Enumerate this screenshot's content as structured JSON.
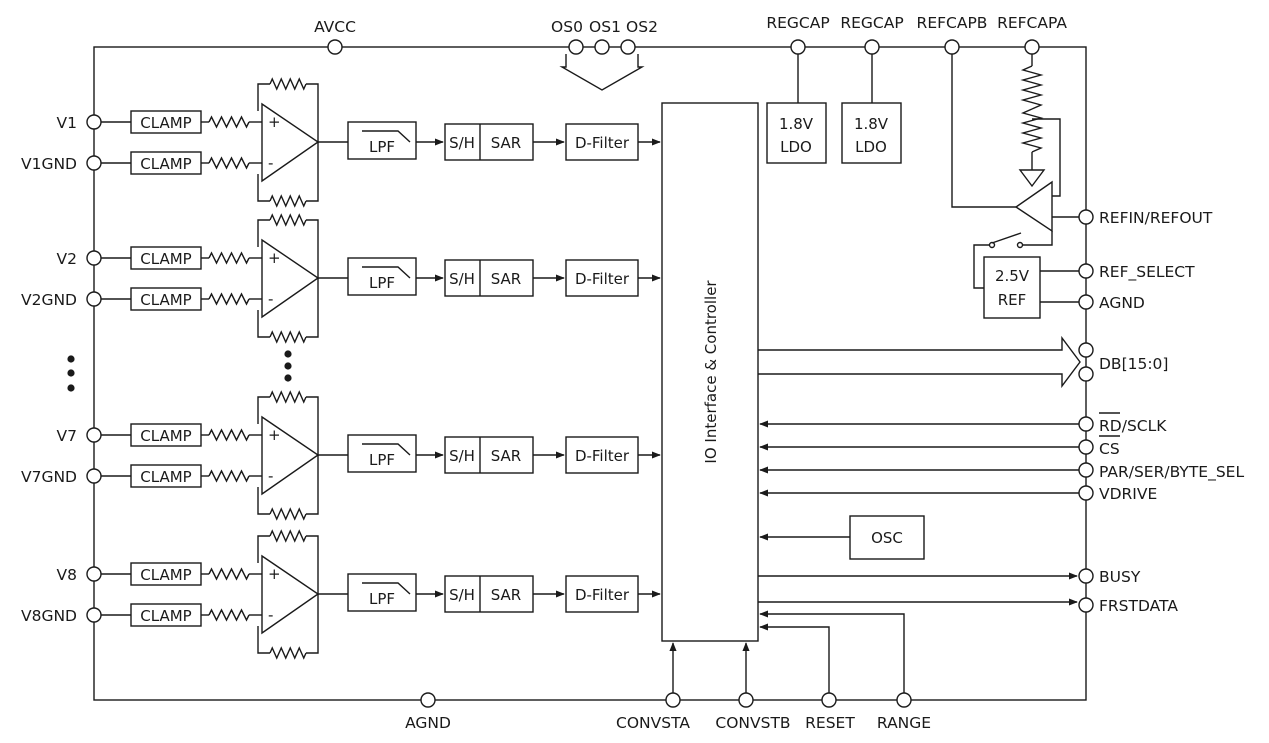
{
  "top_pins": {
    "avcc": "AVCC",
    "os0": "OS0",
    "os1": "OS1",
    "os2": "OS2",
    "regcap1": "REGCAP",
    "regcap2": "REGCAP",
    "refcapb": "REFCAPB",
    "refcapa": "REFCAPA"
  },
  "ldo": [
    {
      "line1": "1.8V",
      "line2": "LDO"
    },
    {
      "line1": "1.8V",
      "line2": "LDO"
    }
  ],
  "channels": [
    {
      "in": "V1",
      "gnd": "V1GND"
    },
    {
      "in": "V2",
      "gnd": "V2GND"
    },
    {
      "in": "V7",
      "gnd": "V7GND"
    },
    {
      "in": "V8",
      "gnd": "V8GND"
    }
  ],
  "blocks": {
    "clamp": "CLAMP",
    "lpf": "LPF",
    "sh": "S/H",
    "sar": "SAR",
    "dfilter": "D-Filter",
    "controller": "IO Interface & Controller",
    "osc": "OSC",
    "ref_line1": "2.5V",
    "ref_line2": "REF",
    "op_plus": "+",
    "op_minus": "-"
  },
  "right_pins": {
    "refin": "REFIN/REFOUT",
    "ref_select": "REF_SELECT",
    "agnd": "AGND",
    "db": "DB[15:0]",
    "rd": "RD",
    "sclk": "/SCLK",
    "cs": "CS",
    "parser": "PAR/SER/BYTE_SEL",
    "vdrive": "VDRIVE",
    "busy": "BUSY",
    "frstdata": "FRSTDATA"
  },
  "bottom_pins": {
    "agnd": "AGND",
    "convsta": "CONVSTA",
    "convstb": "CONVSTB",
    "reset": "RESET",
    "range": "RANGE"
  }
}
